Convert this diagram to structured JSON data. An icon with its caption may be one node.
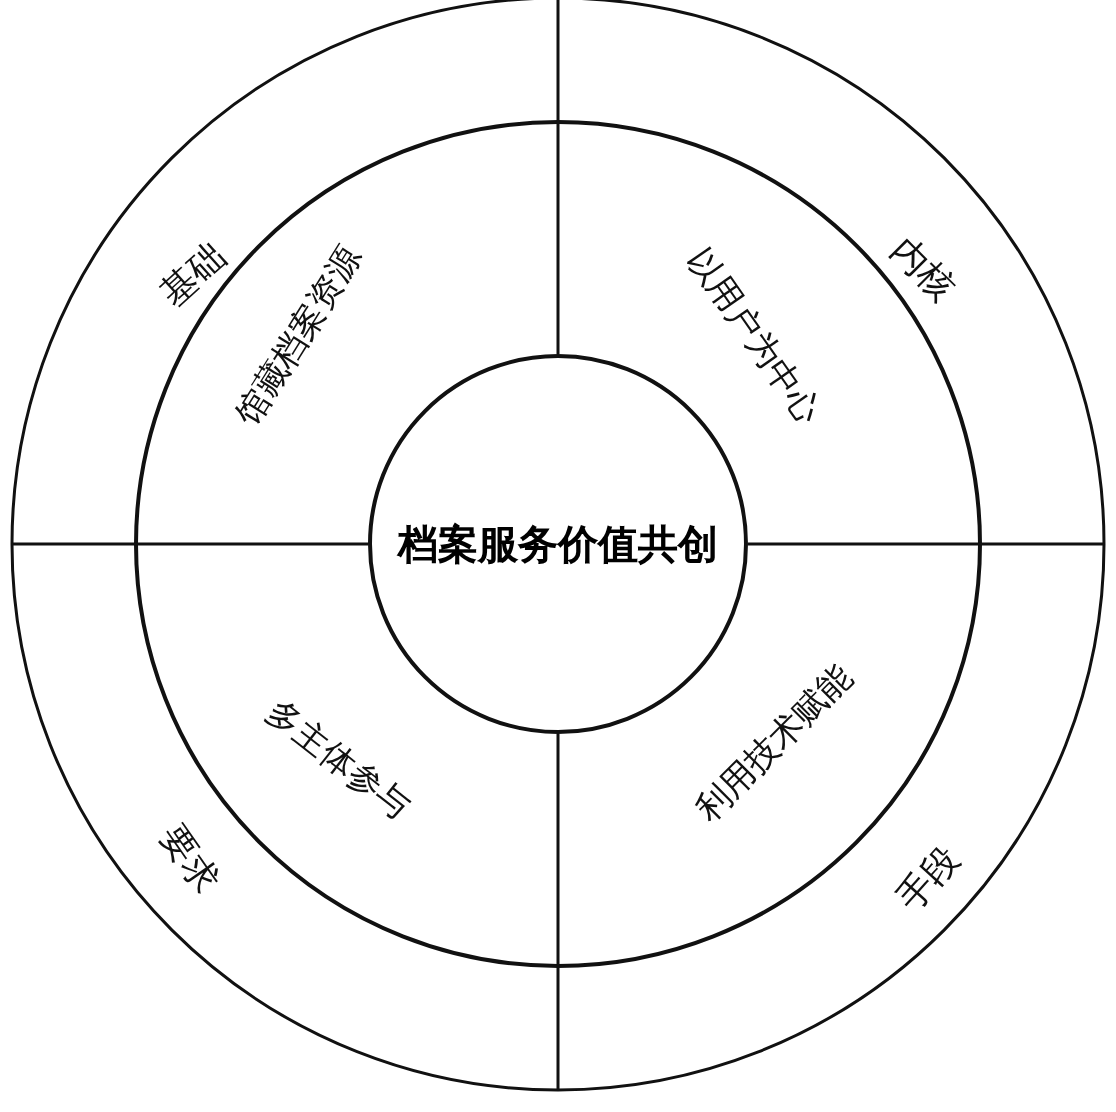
{
  "diagram": {
    "nodes": [
      {
        "text": [
          "基础"
        ]
      },
      {
        "text": [
          "内核"
        ]
      },
      {
        "text": [
          "馆藏档案资源"
        ]
      },
      {
        "text": [
          "以用户为中心"
        ]
      },
      {
        "text": [
          "档案服务价值共创"
        ]
      },
      {
        "text": [
          "多主体参与"
        ]
      },
      {
        "text": [
          "利用技术赋能"
        ]
      },
      {
        "text": [
          "要求"
        ]
      },
      {
        "text": [
          "手段"
        ]
      }
    ]
  }
}
